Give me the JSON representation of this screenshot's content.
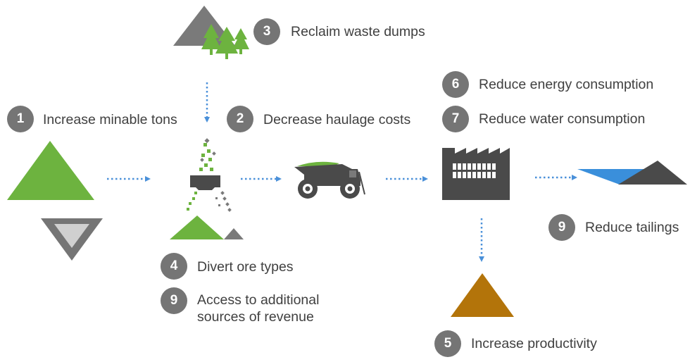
{
  "steps": [
    {
      "number": "1",
      "label": "Increase minable tons"
    },
    {
      "number": "2",
      "label": "Decrease haulage costs"
    },
    {
      "number": "3",
      "label": "Reclaim waste dumps"
    },
    {
      "number": "4",
      "label": "Divert ore types"
    },
    {
      "number": "9",
      "label_line1": "Access to additional",
      "label_line2": "sources of revenue"
    },
    {
      "number": "6",
      "label": "Reduce energy consumption"
    },
    {
      "number": "7",
      "label": "Reduce water consumption"
    },
    {
      "number": "9",
      "label": "Reduce tailings"
    },
    {
      "number": "5",
      "label": "Increase productivity"
    }
  ],
  "icons": [
    "ore-pile-icon",
    "waste-pile-icon",
    "mountain-with-trees-icon",
    "ore-sorter-icon",
    "haul-truck-icon",
    "processing-plant-icon",
    "tailings-dam-icon",
    "product-pile-icon"
  ],
  "colors": {
    "green": "#6DB33F",
    "gray": "#757575",
    "light_gray": "#D0D0D0",
    "dark_gray": "#5A5A5A",
    "blue": "#3A8FDB",
    "brown": "#B3740A",
    "arrow": "#4A90D9"
  }
}
